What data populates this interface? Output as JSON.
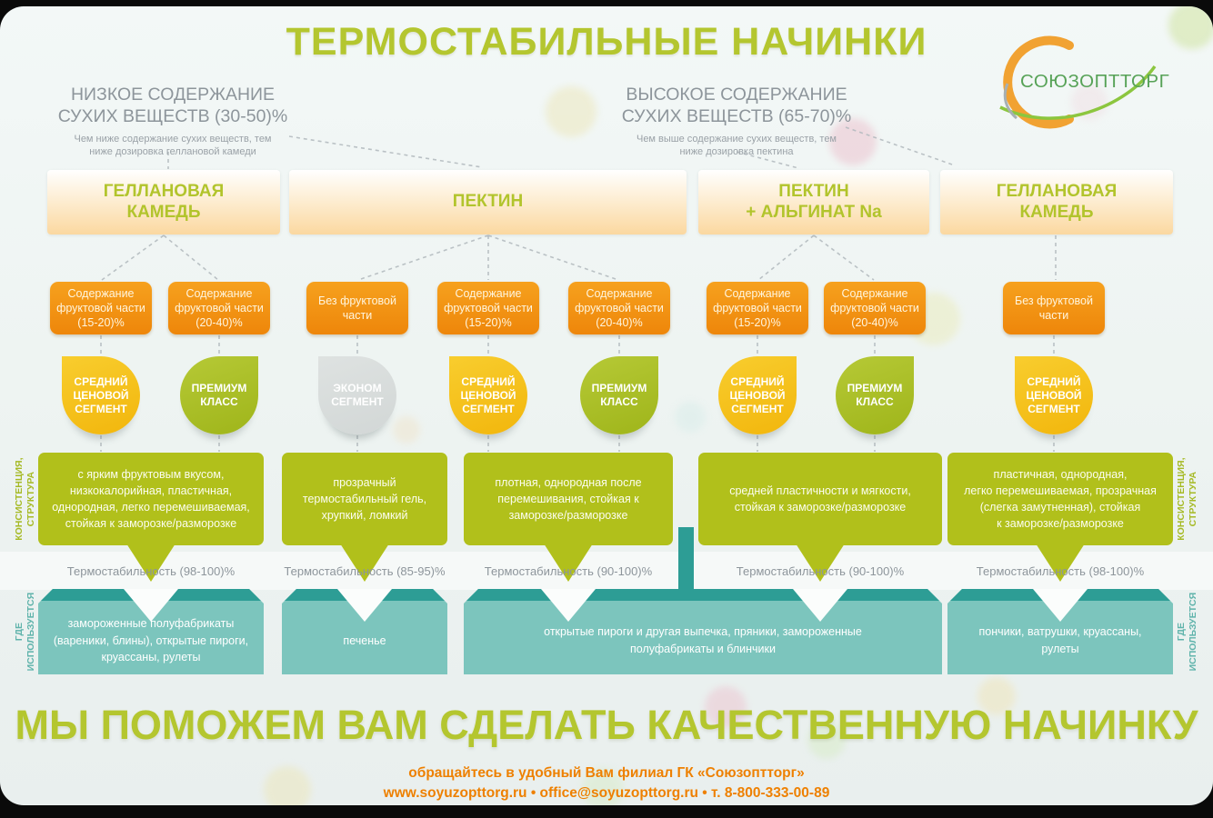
{
  "title": "ТЕРМОСТАБИЛЬНЫЕ НАЧИНКИ",
  "logo": {
    "text": "СОЮЗОПТТОРГ"
  },
  "headers": {
    "low": {
      "title": "НИЗКОЕ СОДЕРЖАНИЕ\nСУХИХ ВЕЩЕСТВ (30-50)%",
      "note": "Чем ниже содержание сухих веществ, тем\nниже дозировка геллановой камеди"
    },
    "high": {
      "title": "ВЫСОКОЕ СОДЕРЖАНИЕ\nСУХИХ ВЕЩЕСТВ (65-70)%",
      "note": "Чем выше содержание сухих веществ, тем\nниже дозировка пектина"
    }
  },
  "bars": [
    "ГЕЛЛАНОВАЯ\nКАМЕДЬ",
    "ПЕКТИН",
    "ПЕКТИН\n+ АЛЬГИНАТ Na",
    "ГЕЛЛАНОВАЯ\nКАМЕДЬ"
  ],
  "fruit": [
    "Содержание\nфруктовой части\n(15-20)%",
    "Содержание\nфруктовой части\n(20-40)%",
    "Без фруктовой\nчасти",
    "Содержание\nфруктовой части\n(15-20)%",
    "Содержание\nфруктовой части\n(20-40)%",
    "Содержание\nфруктовой части\n(15-20)%",
    "Содержание\nфруктовой части\n(20-40)%",
    "Без фруктовой\nчасти"
  ],
  "segments": [
    "СРЕДНИЙ\nЦЕНОВОЙ\nСЕГМЕНТ",
    "ПРЕМИУМ\nКЛАСС",
    "ЭКОНОМ\nСЕГМЕНТ",
    "СРЕДНИЙ\nЦЕНОВОЙ\nСЕГМЕНТ",
    "ПРЕМИУМ\nКЛАСС",
    "СРЕДНИЙ\nЦЕНОВОЙ\nСЕГМЕНТ",
    "ПРЕМИУМ\nКЛАСС",
    "СРЕДНИЙ\nЦЕНОВОЙ\nСЕГМЕНТ"
  ],
  "consistency": {
    "side_label": "КОНСИСТЕНЦИЯ,\nСТРУКТУРА",
    "boxes": [
      "с ярким фруктовым вкусом,\nнизкокалорийная, пластичная,\nоднородная, легко перемешиваемая,\nстойкая к заморозке/разморозке",
      "прозрачный\nтермостабильный гель,\nхрупкий, ломкий",
      "плотная, однородная после\nперемешивания, стойкая к\nзаморозке/разморозке",
      "средней пластичности и мягкости,\nстойкая к заморозке/разморозке",
      "пластичная, однородная,\nлегко перемешиваемая, прозрачная\n(слегка замутненная), стойкая\nк заморозке/разморозке"
    ]
  },
  "thermostability": [
    "Термостабильность (98-100)%",
    "Термостабильность (85-95)%",
    "Термостабильность (90-100)%",
    "Термостабильность (90-100)%",
    "Термостабильность (98-100)%"
  ],
  "usage": {
    "side_label": "ГДЕ\nИСПОЛЬЗУЕТСЯ",
    "boxes": [
      "замороженные полуфабрикаты\n(вареники, блины), открытые пироги,\nкруассаны, рулеты",
      "печенье",
      "открытые пироги и другая выпечка, пряники, замороженные\nполуфабрикаты и блинчики",
      "пончики, ватрушки, круассаны,\nрулеты"
    ]
  },
  "footer": {
    "headline": "МЫ ПОМОЖЕМ ВАМ СДЕЛАТЬ КАЧЕСТВЕННУЮ НАЧИНКУ",
    "contact1": "обращайтесь в удобный Вам филиал ГК «Союзоптторг»",
    "contact2": "www.soyuzopttorg.ru • office@soyuzopttorg.ru • т. 8-800-333-00-89"
  },
  "colors": {
    "accent_green": "#b4c62f",
    "olive": "#b1c01b",
    "orange": "#f1930f",
    "yellow": "#f5c117",
    "teal": "#7cc5bd",
    "teal_dark": "#2d9d95",
    "gray_text": "#8d959b",
    "contact_orange": "#ee8000",
    "badge_gray": "#d7dbda"
  }
}
